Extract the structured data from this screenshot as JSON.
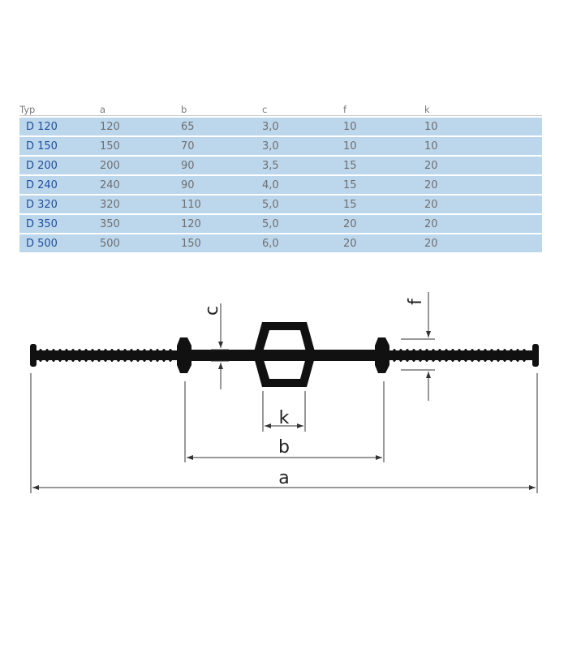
{
  "table": {
    "headers": [
      "Typ",
      "a",
      "b",
      "c",
      "f",
      "k"
    ],
    "rows": [
      [
        "D 120",
        "120",
        "65",
        "3,0",
        "10",
        "10"
      ],
      [
        "D 150",
        "150",
        "70",
        "3,0",
        "10",
        "10"
      ],
      [
        "D 200",
        "200",
        "90",
        "3,5",
        "15",
        "20"
      ],
      [
        "D 240",
        "240",
        "90",
        "4,0",
        "15",
        "20"
      ],
      [
        "D 320",
        "320",
        "110",
        "5,0",
        "15",
        "20"
      ],
      [
        "D 350",
        "350",
        "120",
        "5,0",
        "20",
        "20"
      ],
      [
        "D 500",
        "500",
        "150",
        "6,0",
        "20",
        "20"
      ]
    ]
  },
  "diagram": {
    "labels": {
      "a": "a",
      "b": "b",
      "c": "c",
      "f": "f",
      "k": "k"
    }
  },
  "colors": {
    "row_fill": "#bcd6ec",
    "typ_text": "#1f4f9a",
    "profile": "#111111"
  }
}
